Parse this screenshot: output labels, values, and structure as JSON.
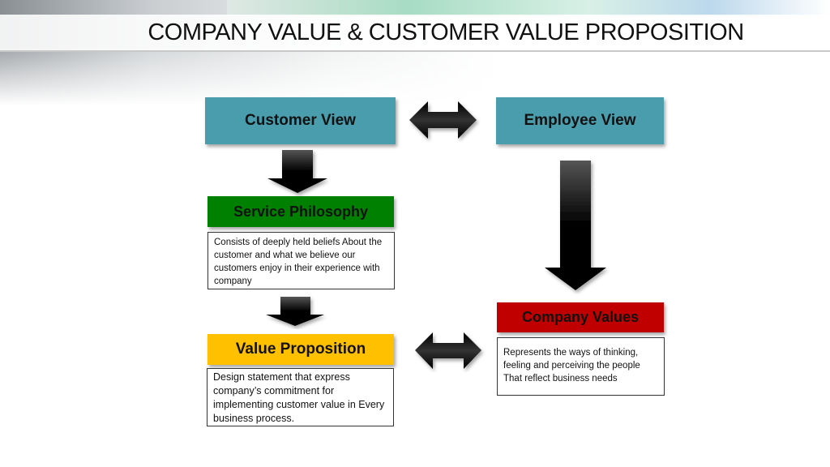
{
  "title": "COMPANY VALUE & CUSTOMER VALUE PROPOSITION",
  "boxes": {
    "customer_view": "Customer View",
    "employee_view": "Employee View",
    "service_philosophy": "Service Philosophy",
    "service_philosophy_desc": "Consists of deeply held beliefs About the customer and what we believe our customers enjoy in their experience with company",
    "value_proposition": "Value Proposition",
    "value_proposition_desc": "Design statement that express company’s commitment for implementing customer value in Every business process.",
    "company_values": "Company Values",
    "company_values_desc": "Represents the ways of thinking, feeling and perceiving the people That reflect business needs"
  },
  "colors": {
    "teal": "#4a9dad",
    "green": "#008000",
    "yellow": "#ffc000",
    "red": "#c00000"
  }
}
